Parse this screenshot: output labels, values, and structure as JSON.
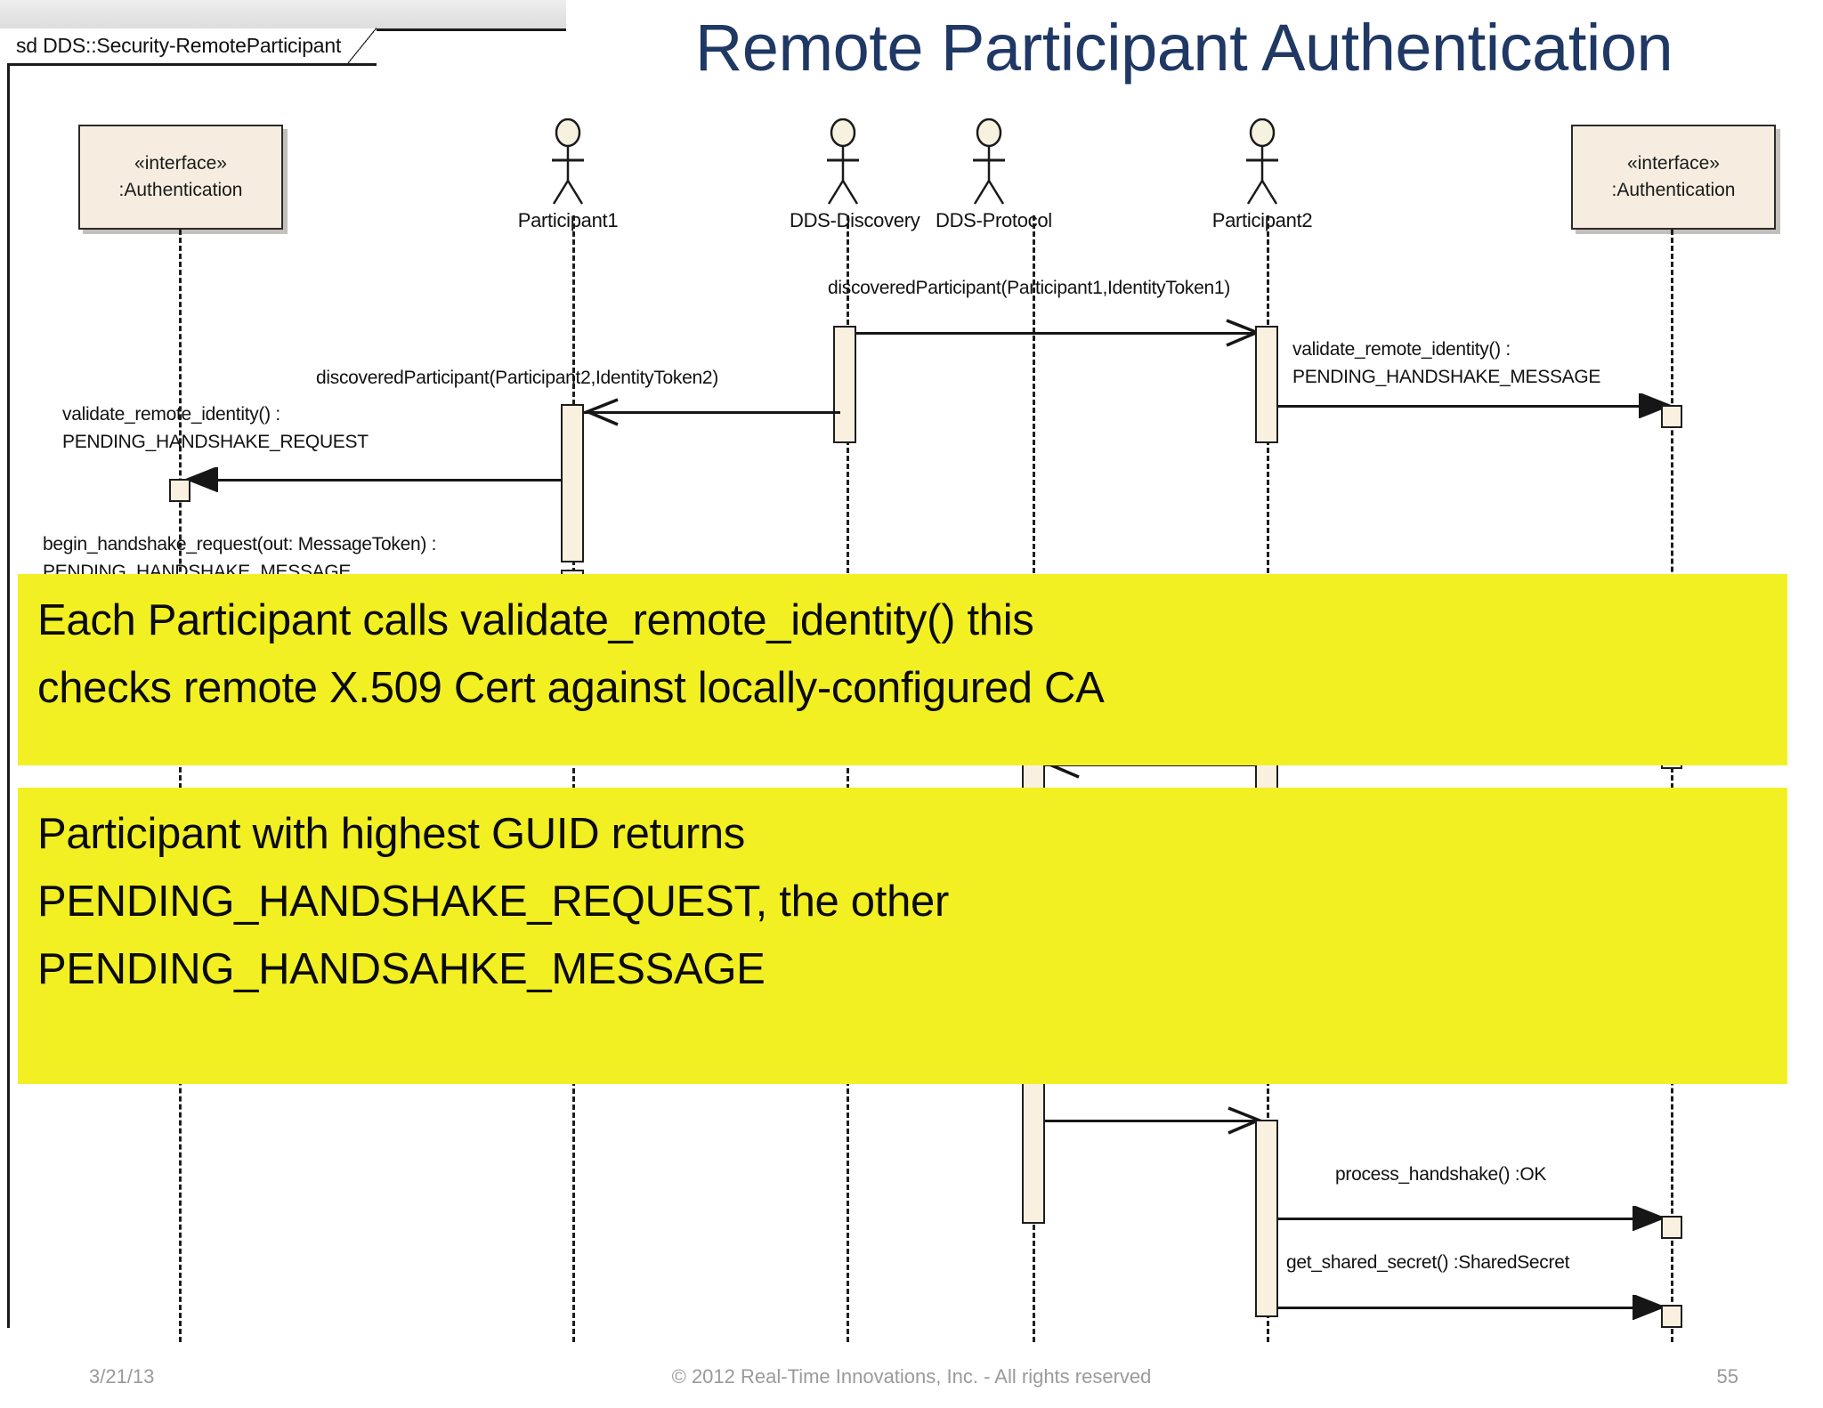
{
  "slide": {
    "title": "Remote Participant Authentication",
    "page_number": "55",
    "date": "3/21/13",
    "copyright": "© 2012 Real-Time Innovations, Inc.  -  All rights reserved"
  },
  "diagram": {
    "frame_label": "sd DDS::Security-RemoteParticipant",
    "interfaces": [
      {
        "stereotype": "«interface»",
        "name": ":Authentication"
      },
      {
        "stereotype": "«interface»",
        "name": ":Authentication"
      }
    ],
    "actors": [
      {
        "label": "Participant1"
      },
      {
        "label": "DDS-Discovery"
      },
      {
        "label": "DDS-Protocol"
      },
      {
        "label": "Participant2"
      }
    ],
    "messages": [
      {
        "text": "discoveredParticipant(Participant1,IdentityToken1)"
      },
      {
        "text": "discoveredParticipant(Participant2,IdentityToken2)"
      },
      {
        "text": "validate_remote_identity() :"
      },
      {
        "text": "PENDING_HANDSHAKE_MESSAGE"
      },
      {
        "text": "validate_remote_identity() :"
      },
      {
        "text": "PENDING_HANDSHAKE_REQUEST"
      },
      {
        "text": "begin_handshake_request(out: MessageToken) :"
      },
      {
        "text": "PENDING_HANDSHAKE_MESSAGE"
      },
      {
        "text": "process_handshake() :OK"
      },
      {
        "text": "get_shared_secret() :SharedSecret"
      }
    ]
  },
  "callouts": [
    {
      "lines": [
        "Each Participant calls validate_remote_identity() this",
        "checks remote X.509 Cert against locally-configured  CA"
      ]
    },
    {
      "lines": [
        "Participant with highest GUID returns",
        "PENDING_HANDSHAKE_REQUEST, the other",
        "PENDING_HANDSAHKE_MESSAGE"
      ]
    }
  ],
  "colors": {
    "title": "#1F3864",
    "highlight": "#F2F023",
    "box_fill": "#F6EDE0",
    "line": "#161616"
  }
}
